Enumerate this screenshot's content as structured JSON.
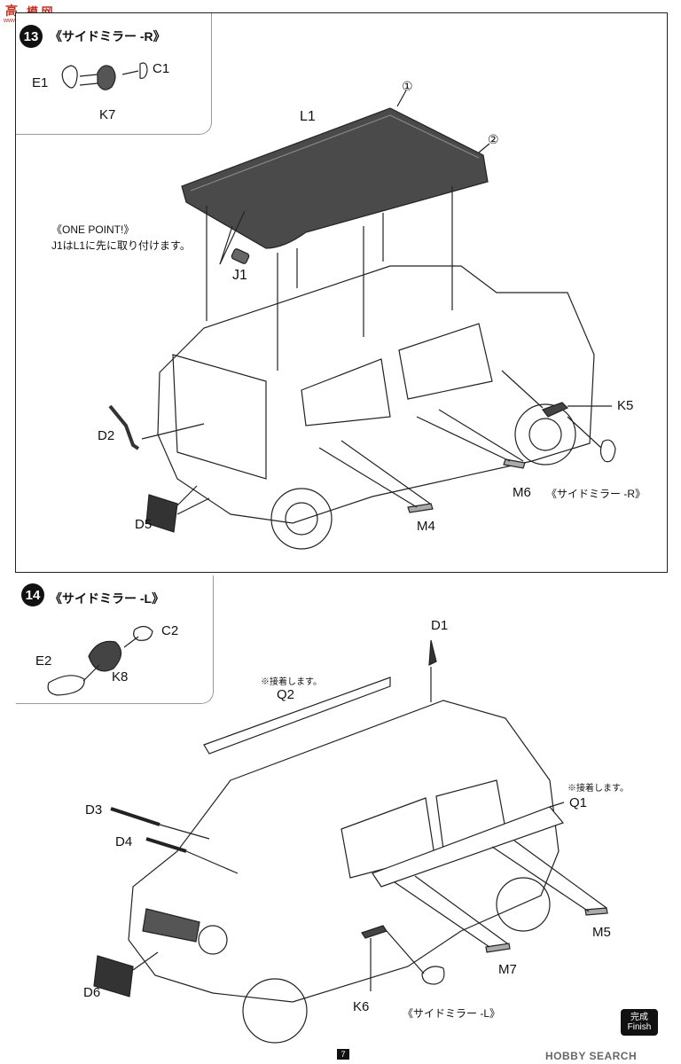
{
  "watermark_top": {
    "chars": "高",
    "sub": "www.hobbyweb.com",
    "logo_text": "模 网"
  },
  "step13": {
    "title": "《サイドミラー -R》",
    "parts": {
      "e1": "E1",
      "c1": "C1",
      "k7": "K7",
      "l1": "L1",
      "j1": "J1",
      "d2": "D2",
      "d5": "D5",
      "k5": "K5",
      "m6": "M6",
      "m4": "M4"
    },
    "circ1": "①",
    "circ2": "②",
    "one_point_title": "《ONE POINT!》",
    "one_point_text": "J1はL1に先に取り付けます。",
    "mirror_ref": "《サイドミラー -R》"
  },
  "step14": {
    "number": "14",
    "title": "《サイドミラー -L》",
    "parts": {
      "c2": "C2",
      "e2": "E2",
      "k8": "K8",
      "d1": "D1",
      "q2": "Q2",
      "q1": "Q1",
      "d3": "D3",
      "d4": "D4",
      "m5": "M5",
      "m7": "M7",
      "d6": "D6",
      "k6": "K6"
    },
    "glue_q2": "※接着します。",
    "glue_q1": "※接着します。",
    "mirror_ref": "《サイドミラー -L》"
  },
  "footer": {
    "finish_jp": "完成",
    "finish_en": "Finish",
    "page": "7",
    "brand": "HOBBY SEARCH"
  }
}
